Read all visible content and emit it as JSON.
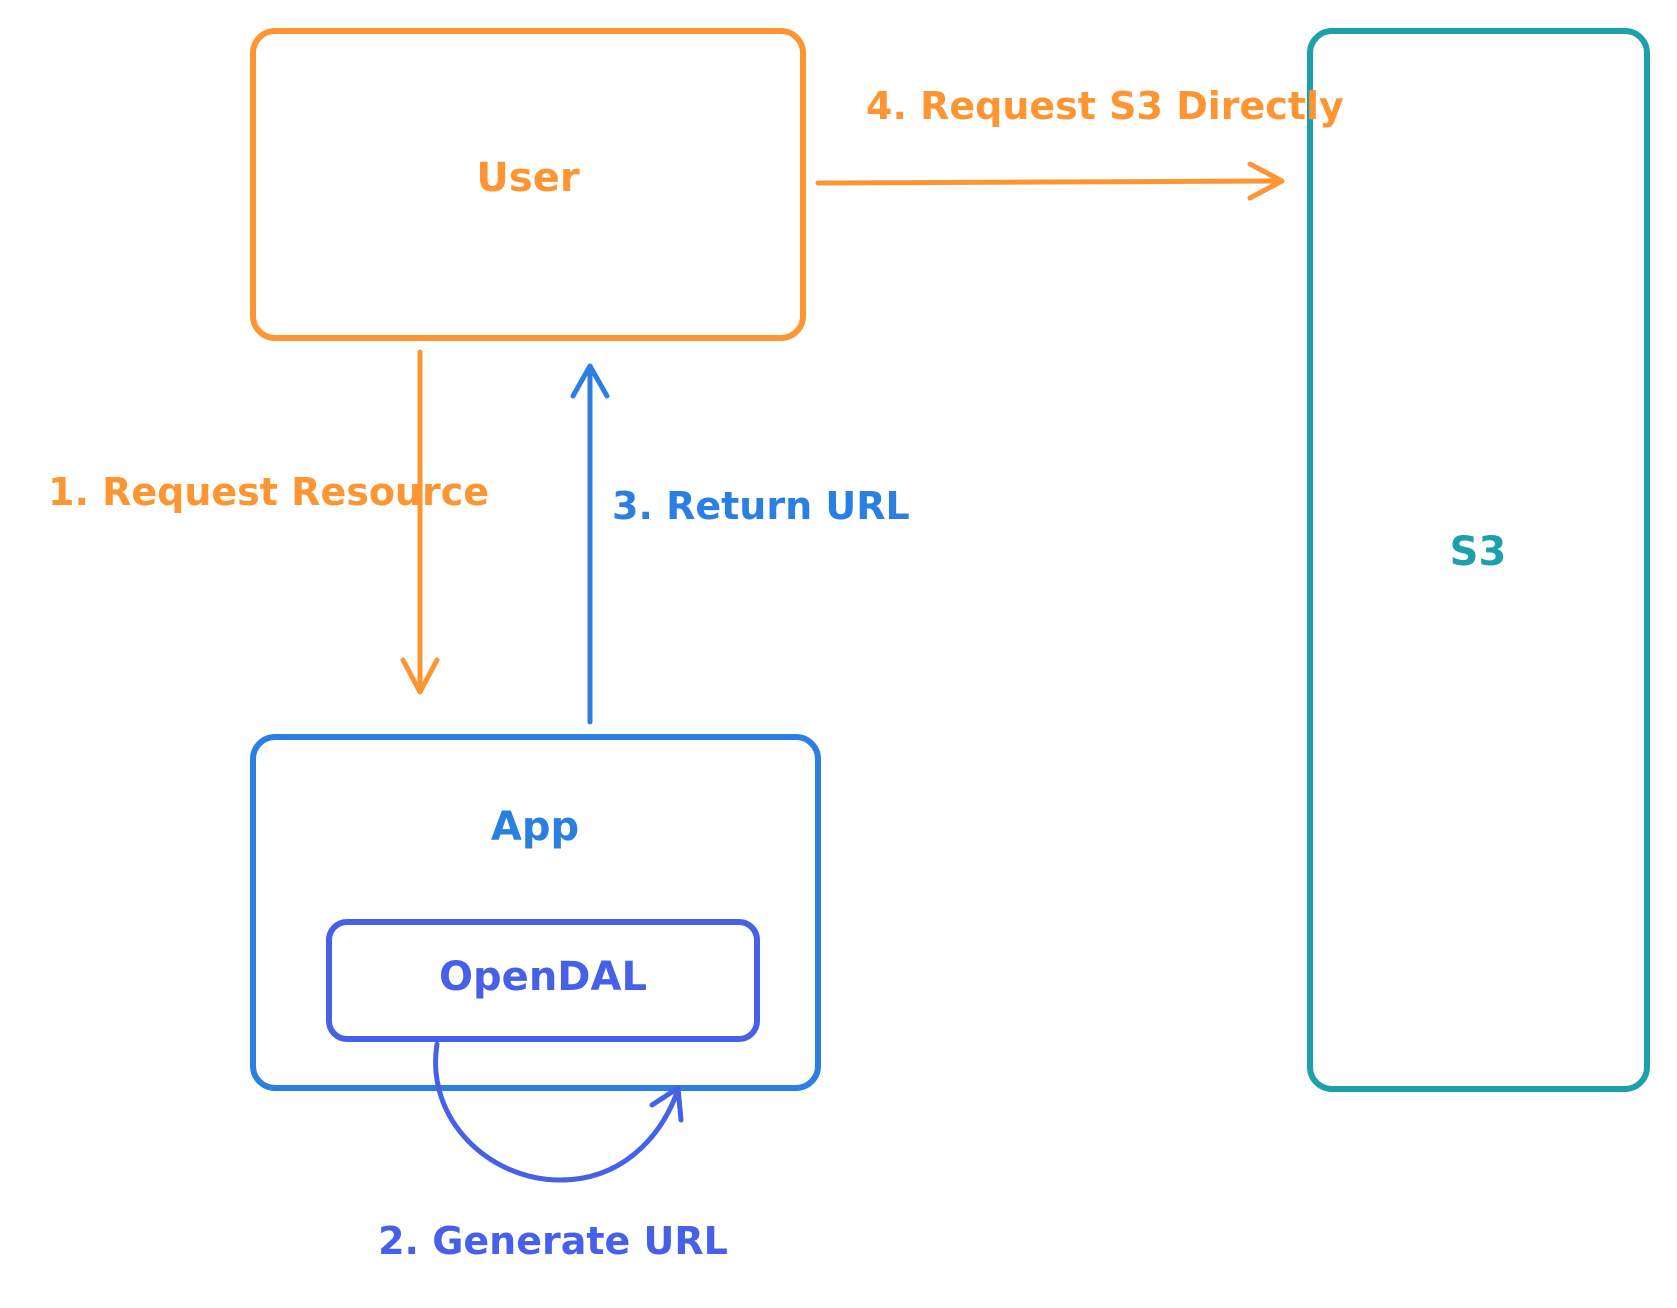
{
  "colors": {
    "user": "#fd9532",
    "app": "#2b7fe0",
    "opendal": "#4660e8",
    "s3": "#1ca0ab",
    "background": "#ffffff"
  },
  "nodes": {
    "user": "User",
    "app": "App",
    "opendal": "OpenDAL",
    "s3": "S3"
  },
  "steps": {
    "request_resource": "1. Request Resource",
    "generate_url": "2. Generate URL",
    "return_url": "3. Return URL",
    "request_s3": "4. Request S3 Directly"
  }
}
